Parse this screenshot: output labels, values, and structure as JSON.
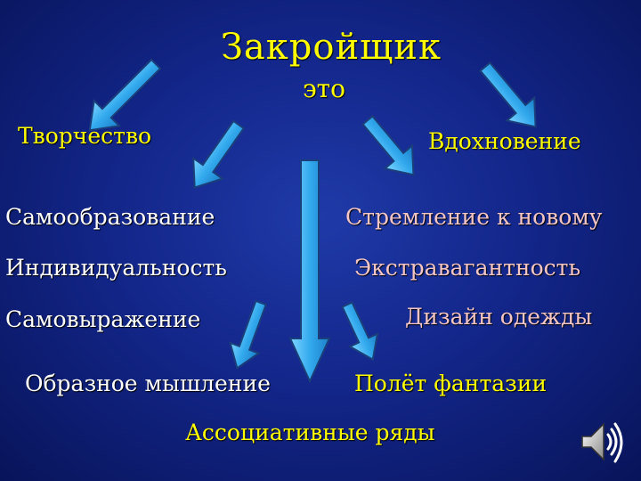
{
  "title": "Закройщик",
  "subtitle": "это",
  "branches": {
    "left": "Творчество",
    "right": "Вдохновение"
  },
  "left_items": [
    "Самообразование",
    "Индивидуальность",
    "Самовыражение",
    "Образное мышление"
  ],
  "right_items": [
    "Стремление к новому",
    "Экстравагантность",
    "Дизайн одежды",
    "Полёт фантазии"
  ],
  "bottom": "Ассоциативные ряды",
  "colors": {
    "title": "#ffff00",
    "left_text": "#ffffff",
    "right_text": "#f4c6c6",
    "arrow_fill": "#33aaee",
    "arrow_stroke": "#1a3f7a"
  },
  "icons": [
    "speaker-icon"
  ]
}
